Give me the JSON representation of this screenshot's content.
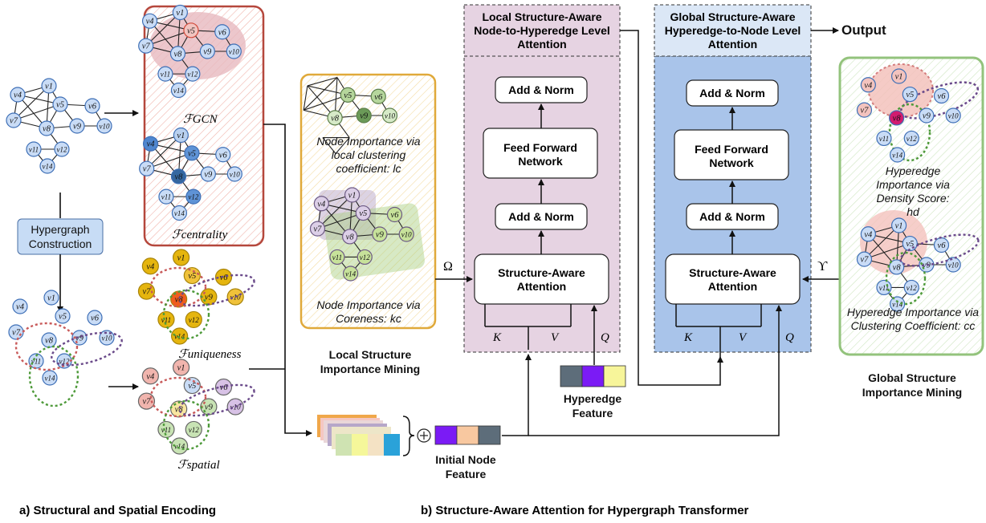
{
  "part_a": {
    "construction_label": "Hypergraph Construction",
    "caption": "a) Structural and Spatial Encoding",
    "encodings": {
      "gcn": "ℱGCN",
      "centrality": "ℱcentrality",
      "uniqueness": "ℱuniqueness",
      "spatial": "ℱspatial"
    }
  },
  "local_mining": {
    "lc_text": "Node Importance via local clustering coefficient: lc",
    "kc_text": "Node Importance via Coreness: kc",
    "title": "Local Structure Importance Mining"
  },
  "attention": {
    "local_header": "Local Structure-Aware Node-to-Hyperedge Level Attention",
    "global_header": "Global Structure-Aware Hyperedge-to-Node Level Attention",
    "add_norm": "Add & Norm",
    "ffn": "Feed Forward Network",
    "sa_attention": "Structure-Aware Attention",
    "k": "K",
    "v": "V",
    "q": "Q",
    "omega": "Ω",
    "upsilon": "ϒ",
    "output": "Output"
  },
  "features": {
    "hyperedge": "Hyperedge Feature",
    "initial_node": "Initial Node Feature",
    "plus": "⊕"
  },
  "global_mining": {
    "hd_text": "Hyperedge Importance via Density Score: hd",
    "cc_text": "Hyperedge Importance via Clustering Coefficient: cc",
    "title": "Global Structure Importance Mining"
  },
  "caption_b": "b) Structure-Aware Attention for Hypergraph Transformer",
  "colors": {
    "local_panel": "#e6d3e2",
    "global_panel": "#a9c4ea",
    "red_box": "#b5473c",
    "gold_box": "#e0a93a",
    "green_box": "#93c37c",
    "node_blue": "#c9dcf6",
    "node_stroke": "#3e6fb6"
  }
}
